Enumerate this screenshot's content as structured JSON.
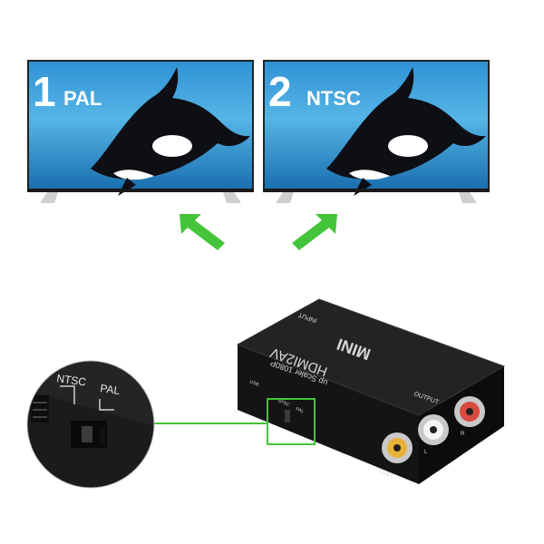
{
  "screens": [
    {
      "number": "1",
      "mode": "PAL"
    },
    {
      "number": "2",
      "mode": "NTSC"
    }
  ],
  "device": {
    "brand": "MINI",
    "model": "HDMI2AV",
    "subtitle": "up Scaler 1080P",
    "input_label": "INPUT",
    "output_label": "OUTPUT",
    "switch_left": "NTSC",
    "switch_right": "PAL",
    "usb_label": "USB",
    "port_labels": [
      "CVBS",
      "L",
      "R"
    ]
  },
  "zoom": {
    "left_label": "NTSC",
    "right_label": "PAL"
  },
  "colors": {
    "accent_green": "#44c43a",
    "screen_blue": "#2a8fd0",
    "device_black": "#161616"
  }
}
